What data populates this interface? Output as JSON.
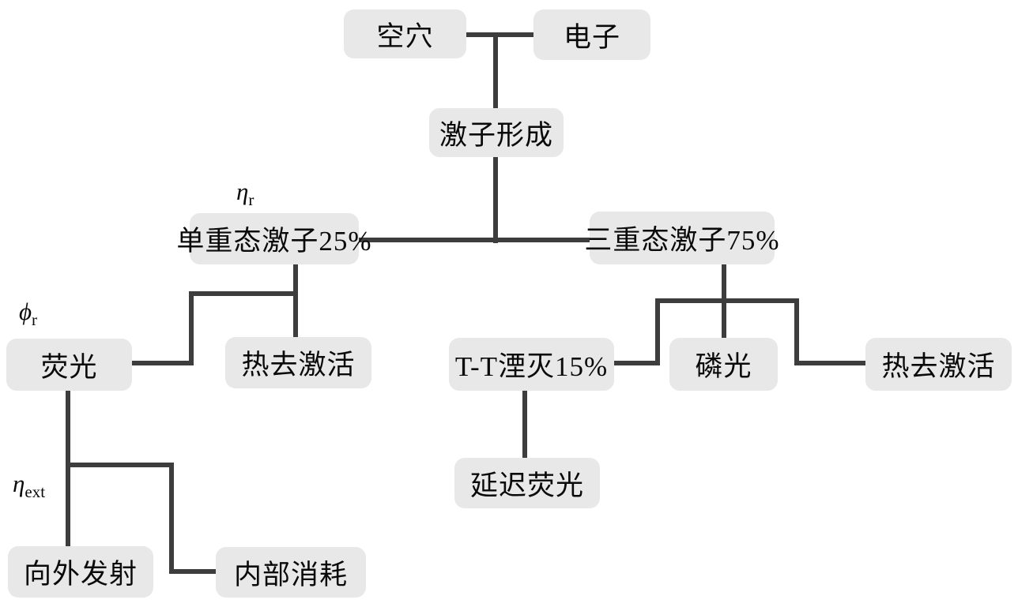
{
  "nodes": {
    "hole": {
      "label": "空穴"
    },
    "electron": {
      "label": "电子"
    },
    "exciton_formation": {
      "label": "激子形成"
    },
    "singlet_exciton": {
      "label": "单重态激子25%"
    },
    "triplet_exciton": {
      "label": "三重态激子75%"
    },
    "fluorescence": {
      "label": "荧光"
    },
    "thermal_deactivation_left": {
      "label": "热去激活"
    },
    "tt_annihilation": {
      "label": "T-T湮灭15%"
    },
    "phosphorescence": {
      "label": "磷光"
    },
    "thermal_deactivation_right": {
      "label": "热去激活"
    },
    "delayed_fluorescence": {
      "label": "延迟荧光"
    },
    "outward_emission": {
      "label": "向外发射"
    },
    "internal_consumption": {
      "label": "内部消耗"
    }
  },
  "labels": {
    "eta_r": {
      "symbol": "η",
      "subscript": "r"
    },
    "phi_r": {
      "symbol": "ϕ",
      "subscript": "r"
    },
    "eta_ext": {
      "symbol": "η",
      "subscript": "ext"
    }
  },
  "colors": {
    "box_fill": "#e8e8e8",
    "line": "#3d3d3d",
    "text": "#0a0a0a",
    "background": "#ffffff"
  }
}
